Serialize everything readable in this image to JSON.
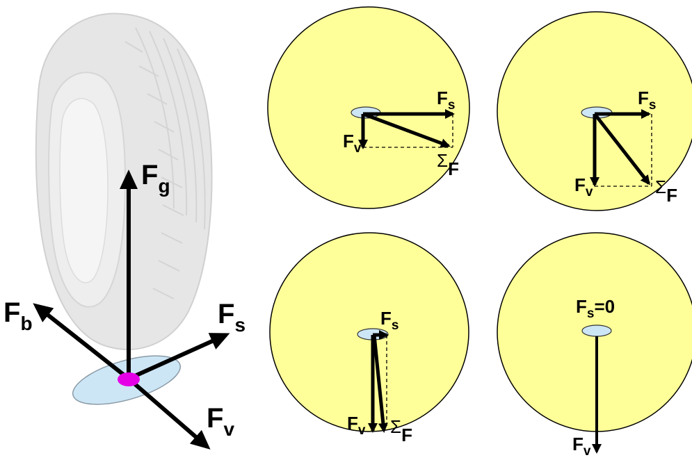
{
  "colors": {
    "circle_fill": "#ffff99",
    "contact_patch": "#cde6f5",
    "contact_point": "#e600e6",
    "tire": "#e4e4e4",
    "arrow": "#000000"
  },
  "tire_diagram": {
    "fg": {
      "main": "F",
      "sub": "g"
    },
    "fb": {
      "main": "F",
      "sub": "b"
    },
    "fs": {
      "main": "F",
      "sub": "s"
    },
    "fv": {
      "main": "F",
      "sub": "v"
    }
  },
  "panels": [
    {
      "fs": {
        "main": "F",
        "sub": "s"
      },
      "fv": {
        "main": "F",
        "sub": "v"
      },
      "sum": {
        "sigma": "Σ",
        "main": "F"
      }
    },
    {
      "fs": {
        "main": "F",
        "sub": "s"
      },
      "fv": {
        "main": "F",
        "sub": "v"
      },
      "sum": {
        "sigma": "Σ",
        "main": "F"
      }
    },
    {
      "fs": {
        "main": "F",
        "sub": "s"
      },
      "fv": {
        "main": "F",
        "sub": "v"
      },
      "sum": {
        "sigma": "Σ",
        "main": "F"
      }
    },
    {
      "fs": {
        "main": "F",
        "sub": "s",
        "suffix": "=0"
      },
      "fv": {
        "main": "F",
        "sub": "v"
      }
    }
  ]
}
